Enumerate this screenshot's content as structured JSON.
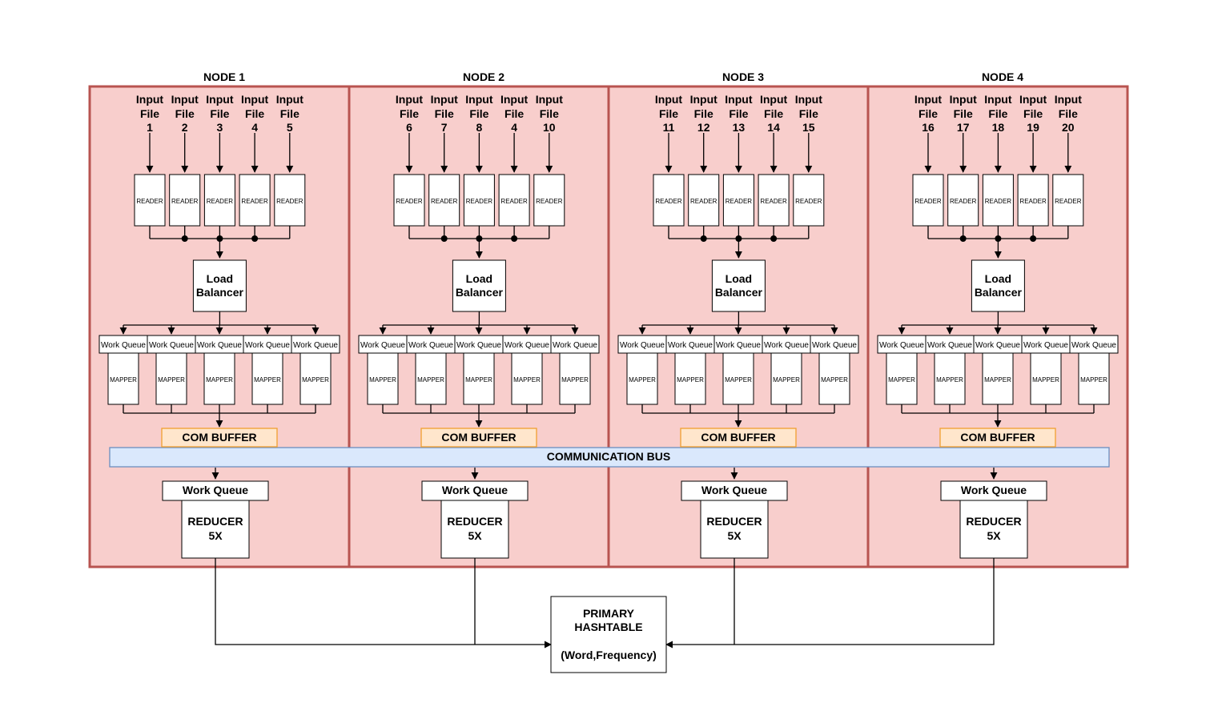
{
  "labels": {
    "reader": "READER",
    "mapper": "MAPPER",
    "work_queue": "Work Queue",
    "com_buffer": "COM BUFFER",
    "bus": "COMMUNICATION BUS",
    "load_balancer_line1": "Load",
    "load_balancer_line2": "Balancer",
    "reducer_line1": "REDUCER",
    "reducer_line2": "5X",
    "input_line1": "Input",
    "input_line2": "File"
  },
  "nodes": [
    {
      "title": "NODE 1",
      "files": [
        "1",
        "2",
        "3",
        "4",
        "5"
      ]
    },
    {
      "title": "NODE 2",
      "files": [
        "6",
        "7",
        "8",
        "4",
        "10"
      ]
    },
    {
      "title": "NODE 3",
      "files": [
        "11",
        "12",
        "13",
        "14",
        "15"
      ]
    },
    {
      "title": "NODE 4",
      "files": [
        "16",
        "17",
        "18",
        "19",
        "20"
      ]
    }
  ],
  "hashtable": {
    "line1": "PRIMARY",
    "line2": "HASHTABLE",
    "line3": "(Word,Frequency)"
  },
  "colors": {
    "node_fill": "#f8cecc",
    "node_stroke": "#b85450",
    "bus_fill": "#dae8fc",
    "bus_stroke": "#6c8ebf",
    "buffer_fill": "#ffe6cc",
    "buffer_stroke": "#f0a030"
  }
}
